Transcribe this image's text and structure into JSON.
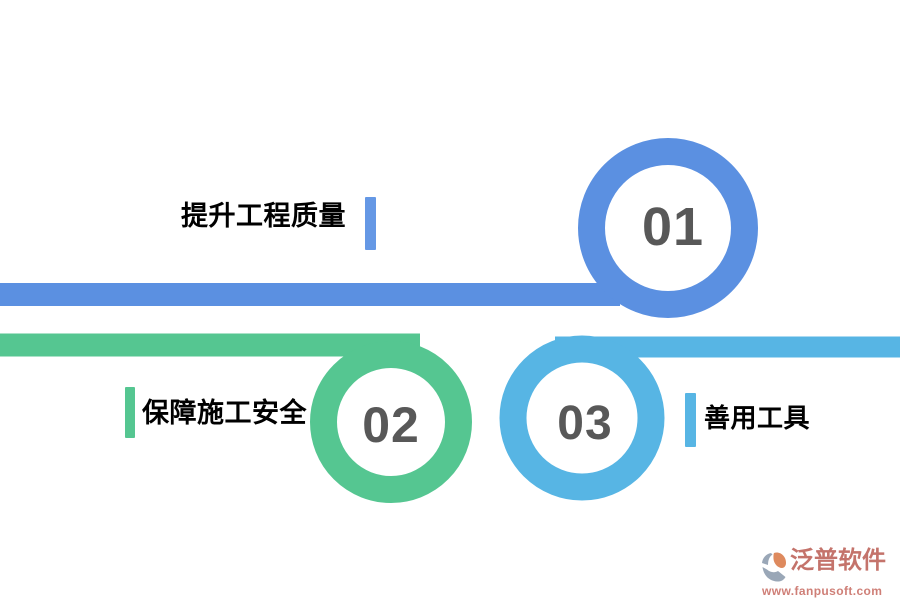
{
  "page": {
    "background_color": "#ffffff",
    "type": "infographic-loop-list"
  },
  "items": [
    {
      "number": "01",
      "label": "提升工程质量",
      "color": "#5B90E1",
      "accent_bar_color": "#6598E5",
      "number_color": "#585858",
      "label_side": "left-of-ring"
    },
    {
      "number": "02",
      "label": "保障施工安全",
      "color": "#55C691",
      "accent_bar_color": "#55C691",
      "number_color": "#585858",
      "label_side": "left-of-ring"
    },
    {
      "number": "03",
      "label": "善用工具",
      "color": "#57B5E4",
      "accent_bar_color": "#57B5E4",
      "number_color": "#585858",
      "label_side": "right-of-ring"
    }
  ],
  "logo": {
    "name": "泛普软件",
    "url": "www.fanpusoft.com",
    "name_color": "#C4736B",
    "url_color": "#CF7F77",
    "icon": "fanpu-pinwheel-icon",
    "icon_gray": "#9AA7B7",
    "icon_orange": "#DE8A5E"
  }
}
